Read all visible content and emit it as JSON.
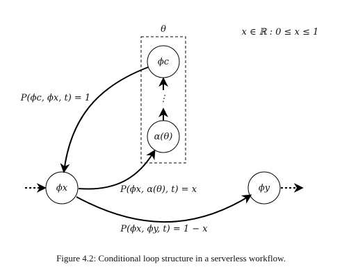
{
  "domain_text": {
    "condition": "x ∈ ℝ : 0 ≤ x ≤ 1",
    "theta": "θ",
    "caption": "Figure 4.2: Conditional loop structure in a serverless workflow."
  },
  "nodes": {
    "phi_c": "ϕc",
    "alpha": "α(θ)",
    "phi_x": "ϕx",
    "phi_y": "ϕy"
  },
  "edge_labels": {
    "c_to_x": "P(ϕc, ϕx, t) = 1",
    "x_to_alpha": "P(ϕx, α(θ), t) = x",
    "x_to_y": "P(ϕx, ϕy, t) = 1 − x"
  },
  "dots": "⋮"
}
